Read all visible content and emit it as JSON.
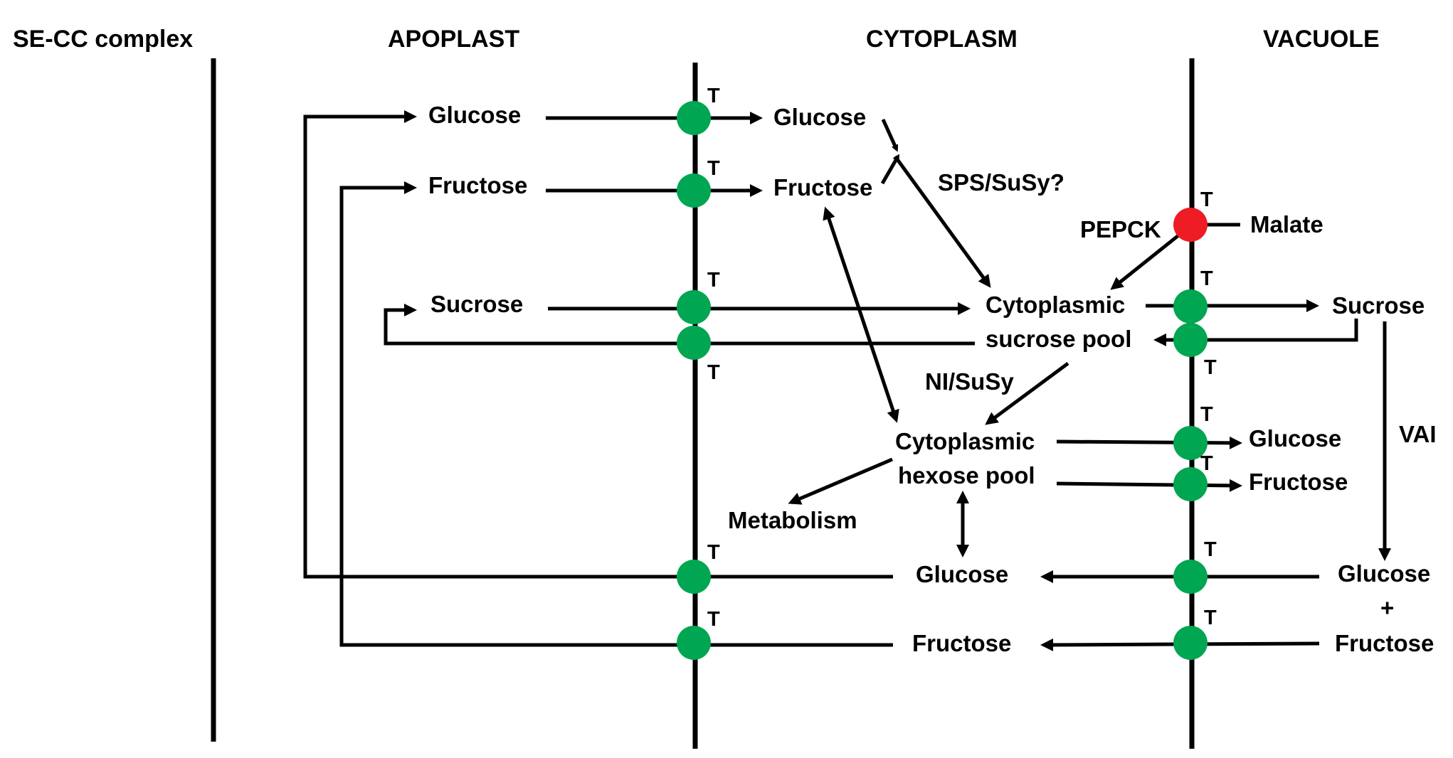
{
  "headers": {
    "se_cc": "SE-CC complex",
    "apoplast": "APOPLAST",
    "cytoplasm": "CYTOPLASM",
    "vacuole": "VACUOLE"
  },
  "apoplast": {
    "glucose": "Glucose",
    "fructose": "Fructose",
    "sucrose": "Sucrose"
  },
  "cytoplasm": {
    "glucose_top": "Glucose",
    "fructose_top": "Fructose",
    "sucrose_pool_1": "Cytoplasmic",
    "sucrose_pool_2": "sucrose pool",
    "hexose_pool_1": "Cytoplasmic",
    "hexose_pool_2": "hexose pool",
    "metabolism": "Metabolism",
    "glucose_bottom": "Glucose",
    "fructose_bottom": "Fructose"
  },
  "vacuole": {
    "malate": "Malate",
    "sucrose": "Sucrose",
    "glucose": "Glucose",
    "fructose": "Fructose",
    "glucose_plus_1": "Glucose",
    "plus": "+",
    "glucose_plus_2": "Fructose"
  },
  "enzymes": {
    "sps_susy": "SPS/SuSy?",
    "pepck": "PEPCK",
    "ni_susy": "NI/SuSy",
    "vai": "VAI"
  },
  "transporter_label": "T",
  "colors": {
    "transporter": "#00A651",
    "pepck_transporter": "#EE1C24",
    "line": "#000000"
  }
}
